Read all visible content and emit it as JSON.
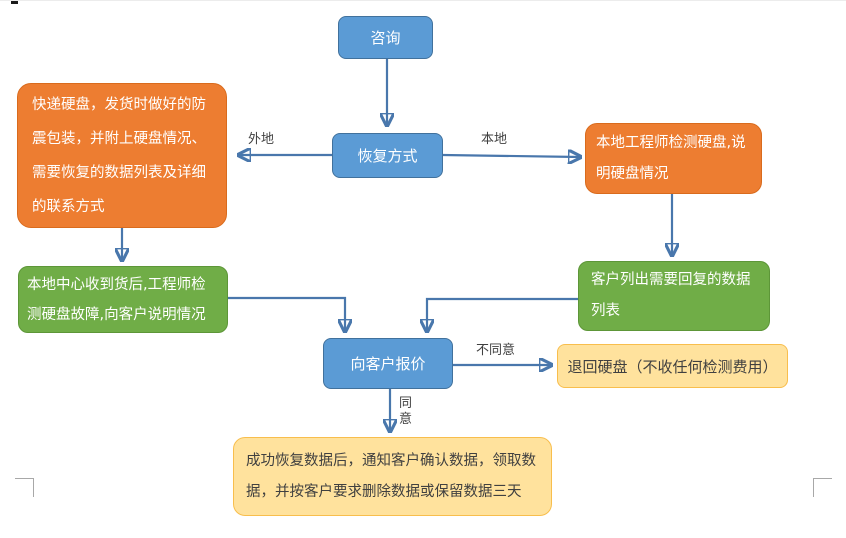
{
  "diagram": {
    "title_hint": "数据恢复服务流程图",
    "nodes": {
      "consult": {
        "label": "咨询",
        "color": "blue"
      },
      "recovery_method": {
        "label": "恢复方式",
        "color": "blue"
      },
      "ship_disk": {
        "label": "快递硬盘，发货时做好的防\n震包装，并附上硬盘情况、\n需要恢复的数据列表及详细\n的联系方式",
        "color": "orange"
      },
      "local_engineer": {
        "label": "本地工程师检测硬盘,说\n明硬盘情况",
        "color": "orange"
      },
      "local_center": {
        "label": "本地中心收到货后,工程师检\n测硬盘故障,向客户说明情况",
        "color": "green"
      },
      "customer_list": {
        "label": "客户列出需要回复的数据\n列表",
        "color": "green"
      },
      "quote": {
        "label": "向客户报价",
        "color": "blue"
      },
      "return_disk": {
        "label": "退回硬盘（不收任何检测费用）",
        "color": "yellow"
      },
      "success": {
        "label": "成功恢复数据后，通知客户确认数据，领取数\n据，并按客户要求删除数据或保留数据三天",
        "color": "yellow"
      }
    },
    "edge_labels": {
      "out_of_town": "外地",
      "local": "本地",
      "disagree": "不同意",
      "agree": "同\n意"
    },
    "colors": {
      "blue_fill": "#5B9BD5",
      "blue_border": "#41719C",
      "orange_fill": "#ED7D31",
      "orange_border": "#D96B1D",
      "green_fill": "#70AD47",
      "green_border": "#5D9638",
      "yellow_fill": "#FFE29D",
      "yellow_border": "#F8BE4D",
      "connector": "#4977AC",
      "label_text": "#404040",
      "node_text": "#FFFFFF"
    }
  }
}
